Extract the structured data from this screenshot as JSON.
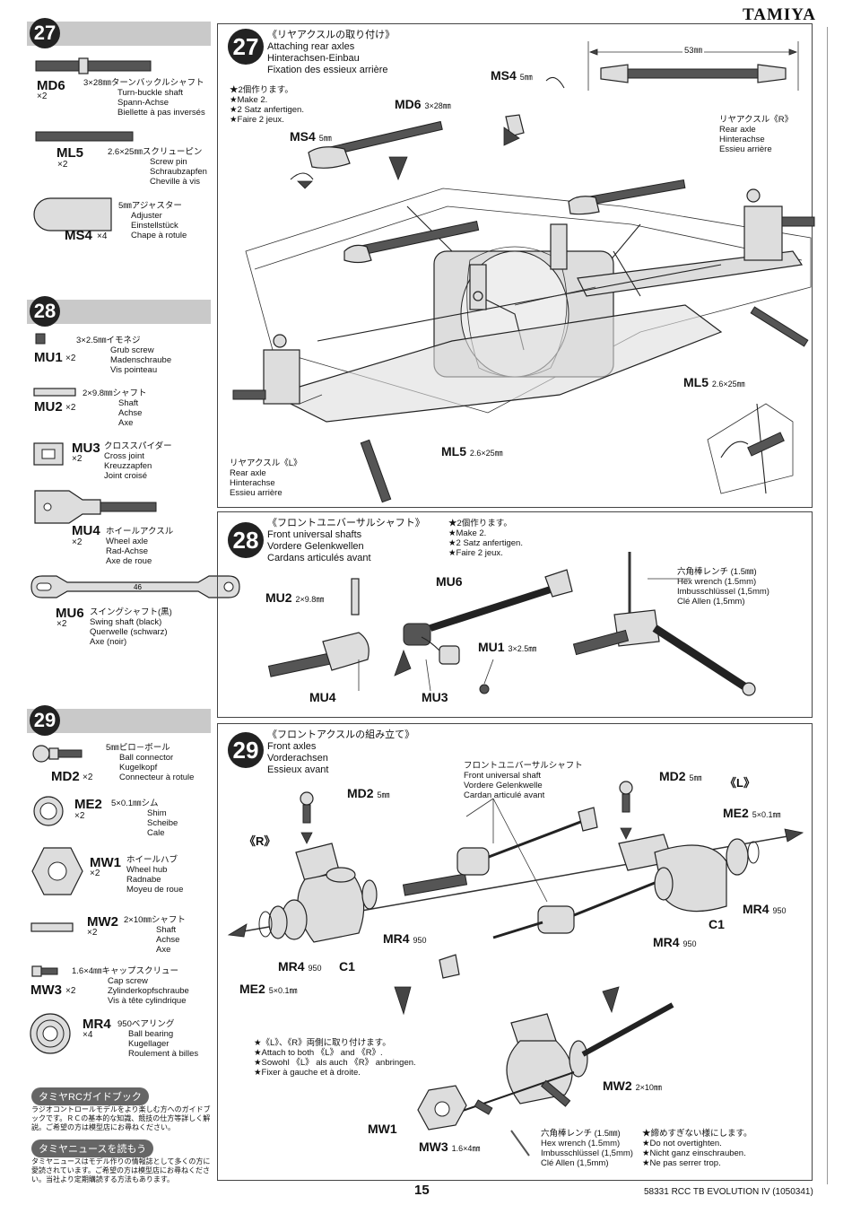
{
  "brand": "TAMIYA",
  "page_number": "15",
  "footer_ref": "58331 RCC TB EVOLUTION IV (1050341)",
  "left_column": {
    "step27": {
      "number": "27",
      "parts": [
        {
          "code": "MD6",
          "qty": "×2",
          "desc": [
            "3×28㎜ターンバックルシャフト",
            "Turn-buckle shaft",
            "Spann-Achse",
            "Biellette à pas inversés"
          ]
        },
        {
          "code": "ML5",
          "qty": "×2",
          "desc": [
            "2.6×25㎜スクリューピン",
            "Screw pin",
            "Schraubzapfen",
            "Cheville à vis"
          ]
        },
        {
          "code": "MS4",
          "qty": "×4",
          "desc": [
            "5㎜アジャスター",
            "Adjuster",
            "Einstellstück",
            "Chape à rotule"
          ]
        }
      ]
    },
    "step28": {
      "number": "28",
      "parts": [
        {
          "code": "MU1",
          "qty": "×2",
          "desc": [
            "3×2.5㎜イモネジ",
            "Grub screw",
            "Madenschraube",
            "Vis pointeau"
          ]
        },
        {
          "code": "MU2",
          "qty": "×2",
          "desc": [
            "2×9.8㎜シャフト",
            "Shaft",
            "Achse",
            "Axe"
          ]
        },
        {
          "code": "MU3",
          "qty": "×2",
          "desc": [
            "クロススパイダー",
            "Cross joint",
            "Kreuzzapfen",
            "Joint croisé"
          ]
        },
        {
          "code": "MU4",
          "qty": "×2",
          "desc": [
            "ホイールアクスル",
            "Wheel axle",
            "Rad-Achse",
            "Axe de roue"
          ]
        },
        {
          "code": "MU6",
          "qty": "×2",
          "desc": [
            "スイングシャフト(黒)",
            "Swing shaft (black)",
            "Querwelle (schwarz)",
            "Axe (noir)"
          ],
          "marking": "46"
        }
      ]
    },
    "step29": {
      "number": "29",
      "parts": [
        {
          "code": "MD2",
          "qty": "×2",
          "desc": [
            "5㎜ピロ－ボール",
            "Ball connector",
            "Kugelkopf",
            "Connecteur à rotule"
          ]
        },
        {
          "code": "ME2",
          "qty": "×2",
          "desc": [
            "5×0.1㎜シム",
            "Shim",
            "Scheibe",
            "Cale"
          ]
        },
        {
          "code": "MW1",
          "qty": "×2",
          "desc": [
            "ホイールハブ",
            "Wheel hub",
            "Radnabe",
            "Moyeu de roue"
          ]
        },
        {
          "code": "MW2",
          "qty": "×2",
          "desc": [
            "2×10㎜シャフト",
            "Shaft",
            "Achse",
            "Axe"
          ]
        },
        {
          "code": "MW3",
          "qty": "×2",
          "desc": [
            "1.6×4㎜キャップスクリュー",
            "Cap screw",
            "Zylinderkopfschraube",
            "Vis à tête cylindrique"
          ]
        },
        {
          "code": "MR4",
          "qty": "×4",
          "desc": [
            "950ベアリング",
            "Ball bearing",
            "Kugellager",
            "Roulement à billes"
          ]
        }
      ]
    },
    "guide_book": {
      "title": "タミヤRCガイドブック",
      "text": "ラジオコントロールモデルをより楽しむ方へのガイドブックです。ＲＣの基本的な知識、競技の仕方等詳しく解説。ご希望の方は模型店にお尋ねください。"
    },
    "news": {
      "title": "タミヤニュースを読もう",
      "text": "タミヤニュースはモデル作りの情報誌として多くの方に愛読されています。ご希望の方は模型店にお尋ねください。当社より定期購読する方法もあります。"
    }
  },
  "panel27": {
    "number": "27",
    "title": [
      "《リヤアクスルの取り付け》",
      "Attaching rear axles",
      "Hinterachsen-Einbau",
      "Fixation des essieux arrière"
    ],
    "make2": [
      "★2個作ります。",
      "★Make 2.",
      "★2 Satz anfertigen.",
      "★Faire 2 jeux."
    ],
    "dimension": "53㎜",
    "labels": {
      "ms4_top": "MS4",
      "ms4_top_size": "5㎜",
      "md6": "MD6",
      "md6_size": "3×28㎜",
      "ms4_left": "MS4",
      "ms4_left_size": "5㎜",
      "ml5_right": "ML5",
      "ml5_right_size": "2.6×25㎜",
      "ml5_bottom": "ML5",
      "ml5_bottom_size": "2.6×25㎜"
    },
    "rear_axle_r": [
      "リヤアクスル《R》",
      "Rear axle",
      "Hinterachse",
      "Essieu arrière"
    ],
    "rear_axle_l": [
      "リヤアクスル《L》",
      "Rear axle",
      "Hinterachse",
      "Essieu arrière"
    ]
  },
  "panel28": {
    "number": "28",
    "title": [
      "《フロントユニバーサルシャフト》",
      "Front universal shafts",
      "Vordere Gelenkwellen",
      "Cardans articulés avant"
    ],
    "make2": [
      "★2個作ります。",
      "★Make 2.",
      "★2 Satz anfertigen.",
      "★Faire 2 jeux."
    ],
    "labels": {
      "mu6": "MU6",
      "mu2": "MU2",
      "mu2_size": "2×9.8㎜",
      "mu1": "MU1",
      "mu1_size": "3×2.5㎜",
      "mu4": "MU4",
      "mu3": "MU3"
    },
    "wrench": [
      "六角棒レンチ (1.5㎜)",
      "Hex wrench (1.5mm)",
      "Imbusschlüssel (1,5mm)",
      "Clé Allen (1,5mm)"
    ]
  },
  "panel29": {
    "number": "29",
    "title": [
      "《フロントアクスルの組み立て》",
      "Front axles",
      "Vorderachsen",
      "Essieux avant"
    ],
    "shaft_caption": [
      "フロントユニバーサルシャフト",
      "Front universal shaft",
      "Vordere Gelenkwelle",
      "Cardan articulé avant"
    ],
    "side_r": "《R》",
    "side_l": "《L》",
    "labels": {
      "md2_left": "MD2",
      "md2_left_size": "5㎜",
      "md2_right": "MD2",
      "md2_right_size": "5㎜",
      "me2_right": "ME2",
      "me2_right_size": "5×0.1㎜",
      "mr4_right": "MR4",
      "mr4_right_size": "950",
      "c1_right": "C1",
      "mr4_mid": "MR4",
      "mr4_mid_size": "950",
      "mr4_mid2": "MR4",
      "mr4_mid2_size": "950",
      "mr4_left": "MR4",
      "mr4_left_size": "950",
      "c1_left": "C1",
      "me2_left": "ME2",
      "me2_left_size": "5×0.1㎜",
      "mw2": "MW2",
      "mw2_size": "2×10㎜",
      "mw1": "MW1",
      "mw3": "MW3",
      "mw3_size": "1.6×4㎜"
    },
    "attach_both": [
      "★《L》、《R》両側に取り付けます。",
      "★Attach to both 《L》 and 《R》.",
      "★Sowohl 《L》 als auch 《R》 anbringen.",
      "★Fixer à gauche et à droite."
    ],
    "wrench": [
      "六角棒レンチ (1.5㎜)",
      "Hex wrench (1.5mm)",
      "Imbusschlüssel (1,5mm)",
      "Clé Allen (1,5mm)"
    ],
    "overtighten": [
      "★締めすぎない様にします。",
      "★Do not overtighten.",
      "★Nicht ganz einschrauben.",
      "★Ne pas serrer trop."
    ]
  }
}
